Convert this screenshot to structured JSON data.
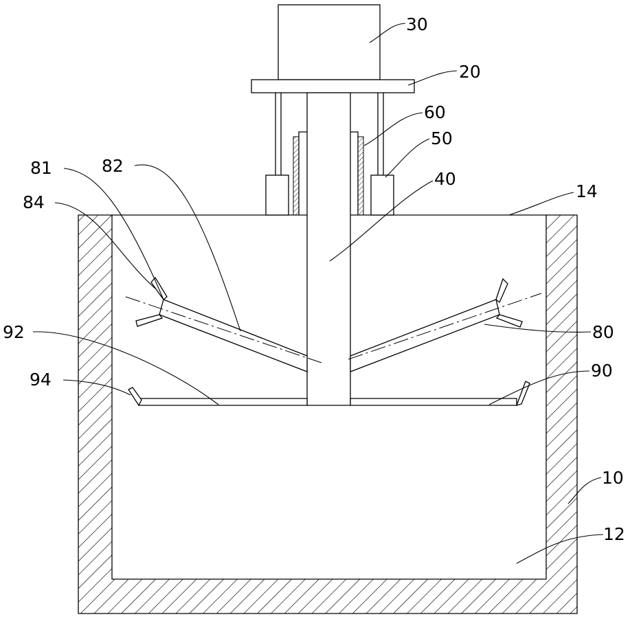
{
  "labels": {
    "motor": "30",
    "plate": "20",
    "screw": "60",
    "slider": "50",
    "shaft": "40",
    "opening": "14",
    "blade_arm": "81",
    "blade_upper": "82",
    "blade_tip_left": "84",
    "blade_right": "80",
    "scraper_left": "92",
    "scraper_tip_left": "94",
    "scraper_right": "90",
    "tank_wall": "10",
    "chamber": "12"
  }
}
